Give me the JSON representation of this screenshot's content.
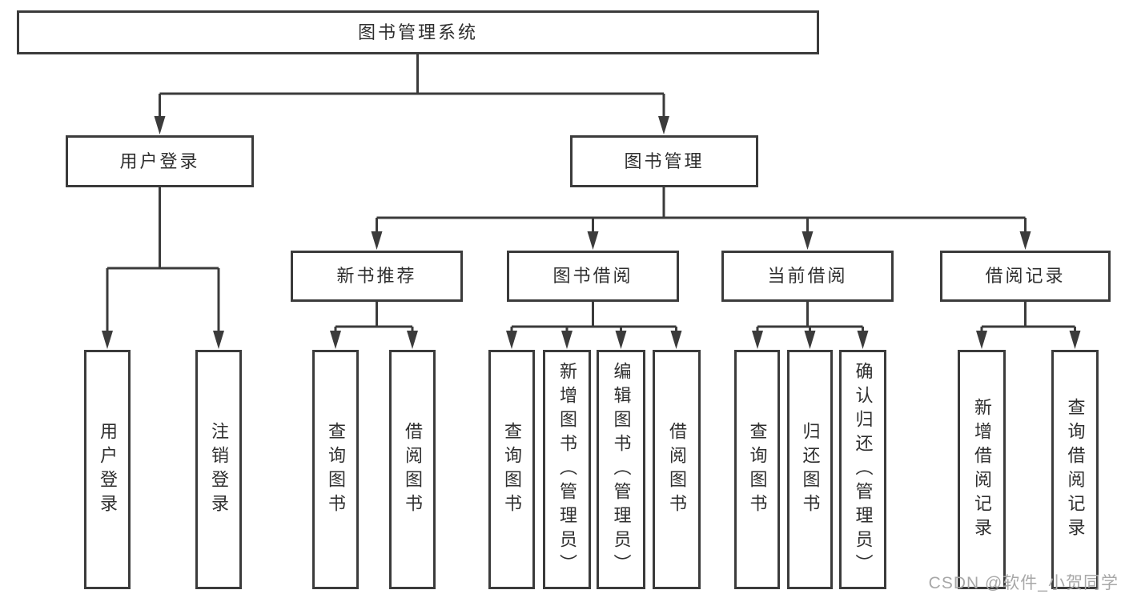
{
  "diagram": {
    "tree": {
      "label": "图书管理系统",
      "children": [
        {
          "label": "用户登录",
          "children": [
            {
              "label": "用户登录"
            },
            {
              "label": "注销登录"
            }
          ]
        },
        {
          "label": "图书管理",
          "children": [
            {
              "label": "新书推荐",
              "children": [
                {
                  "label": "查询图书"
                },
                {
                  "label": "借阅图书"
                }
              ]
            },
            {
              "label": "图书借阅",
              "children": [
                {
                  "label": "查询图书"
                },
                {
                  "label": "新增图书（管理员）"
                },
                {
                  "label": "编辑图书（管理员）"
                },
                {
                  "label": "借阅图书"
                }
              ]
            },
            {
              "label": "当前借阅",
              "children": [
                {
                  "label": "查询图书"
                },
                {
                  "label": "归还图书"
                },
                {
                  "label": "确认归还（管理员）"
                }
              ]
            },
            {
              "label": "借阅记录",
              "children": [
                {
                  "label": "新增借阅记录"
                },
                {
                  "label": "查询借阅记录"
                }
              ]
            }
          ]
        }
      ]
    }
  },
  "watermark": {
    "text": "CSDN @软件_小贺同学"
  },
  "colors": {
    "line": "#3b3b3b",
    "text": "#2f2f2f",
    "background": "#ffffff",
    "watermark": "#a8a8a8"
  }
}
